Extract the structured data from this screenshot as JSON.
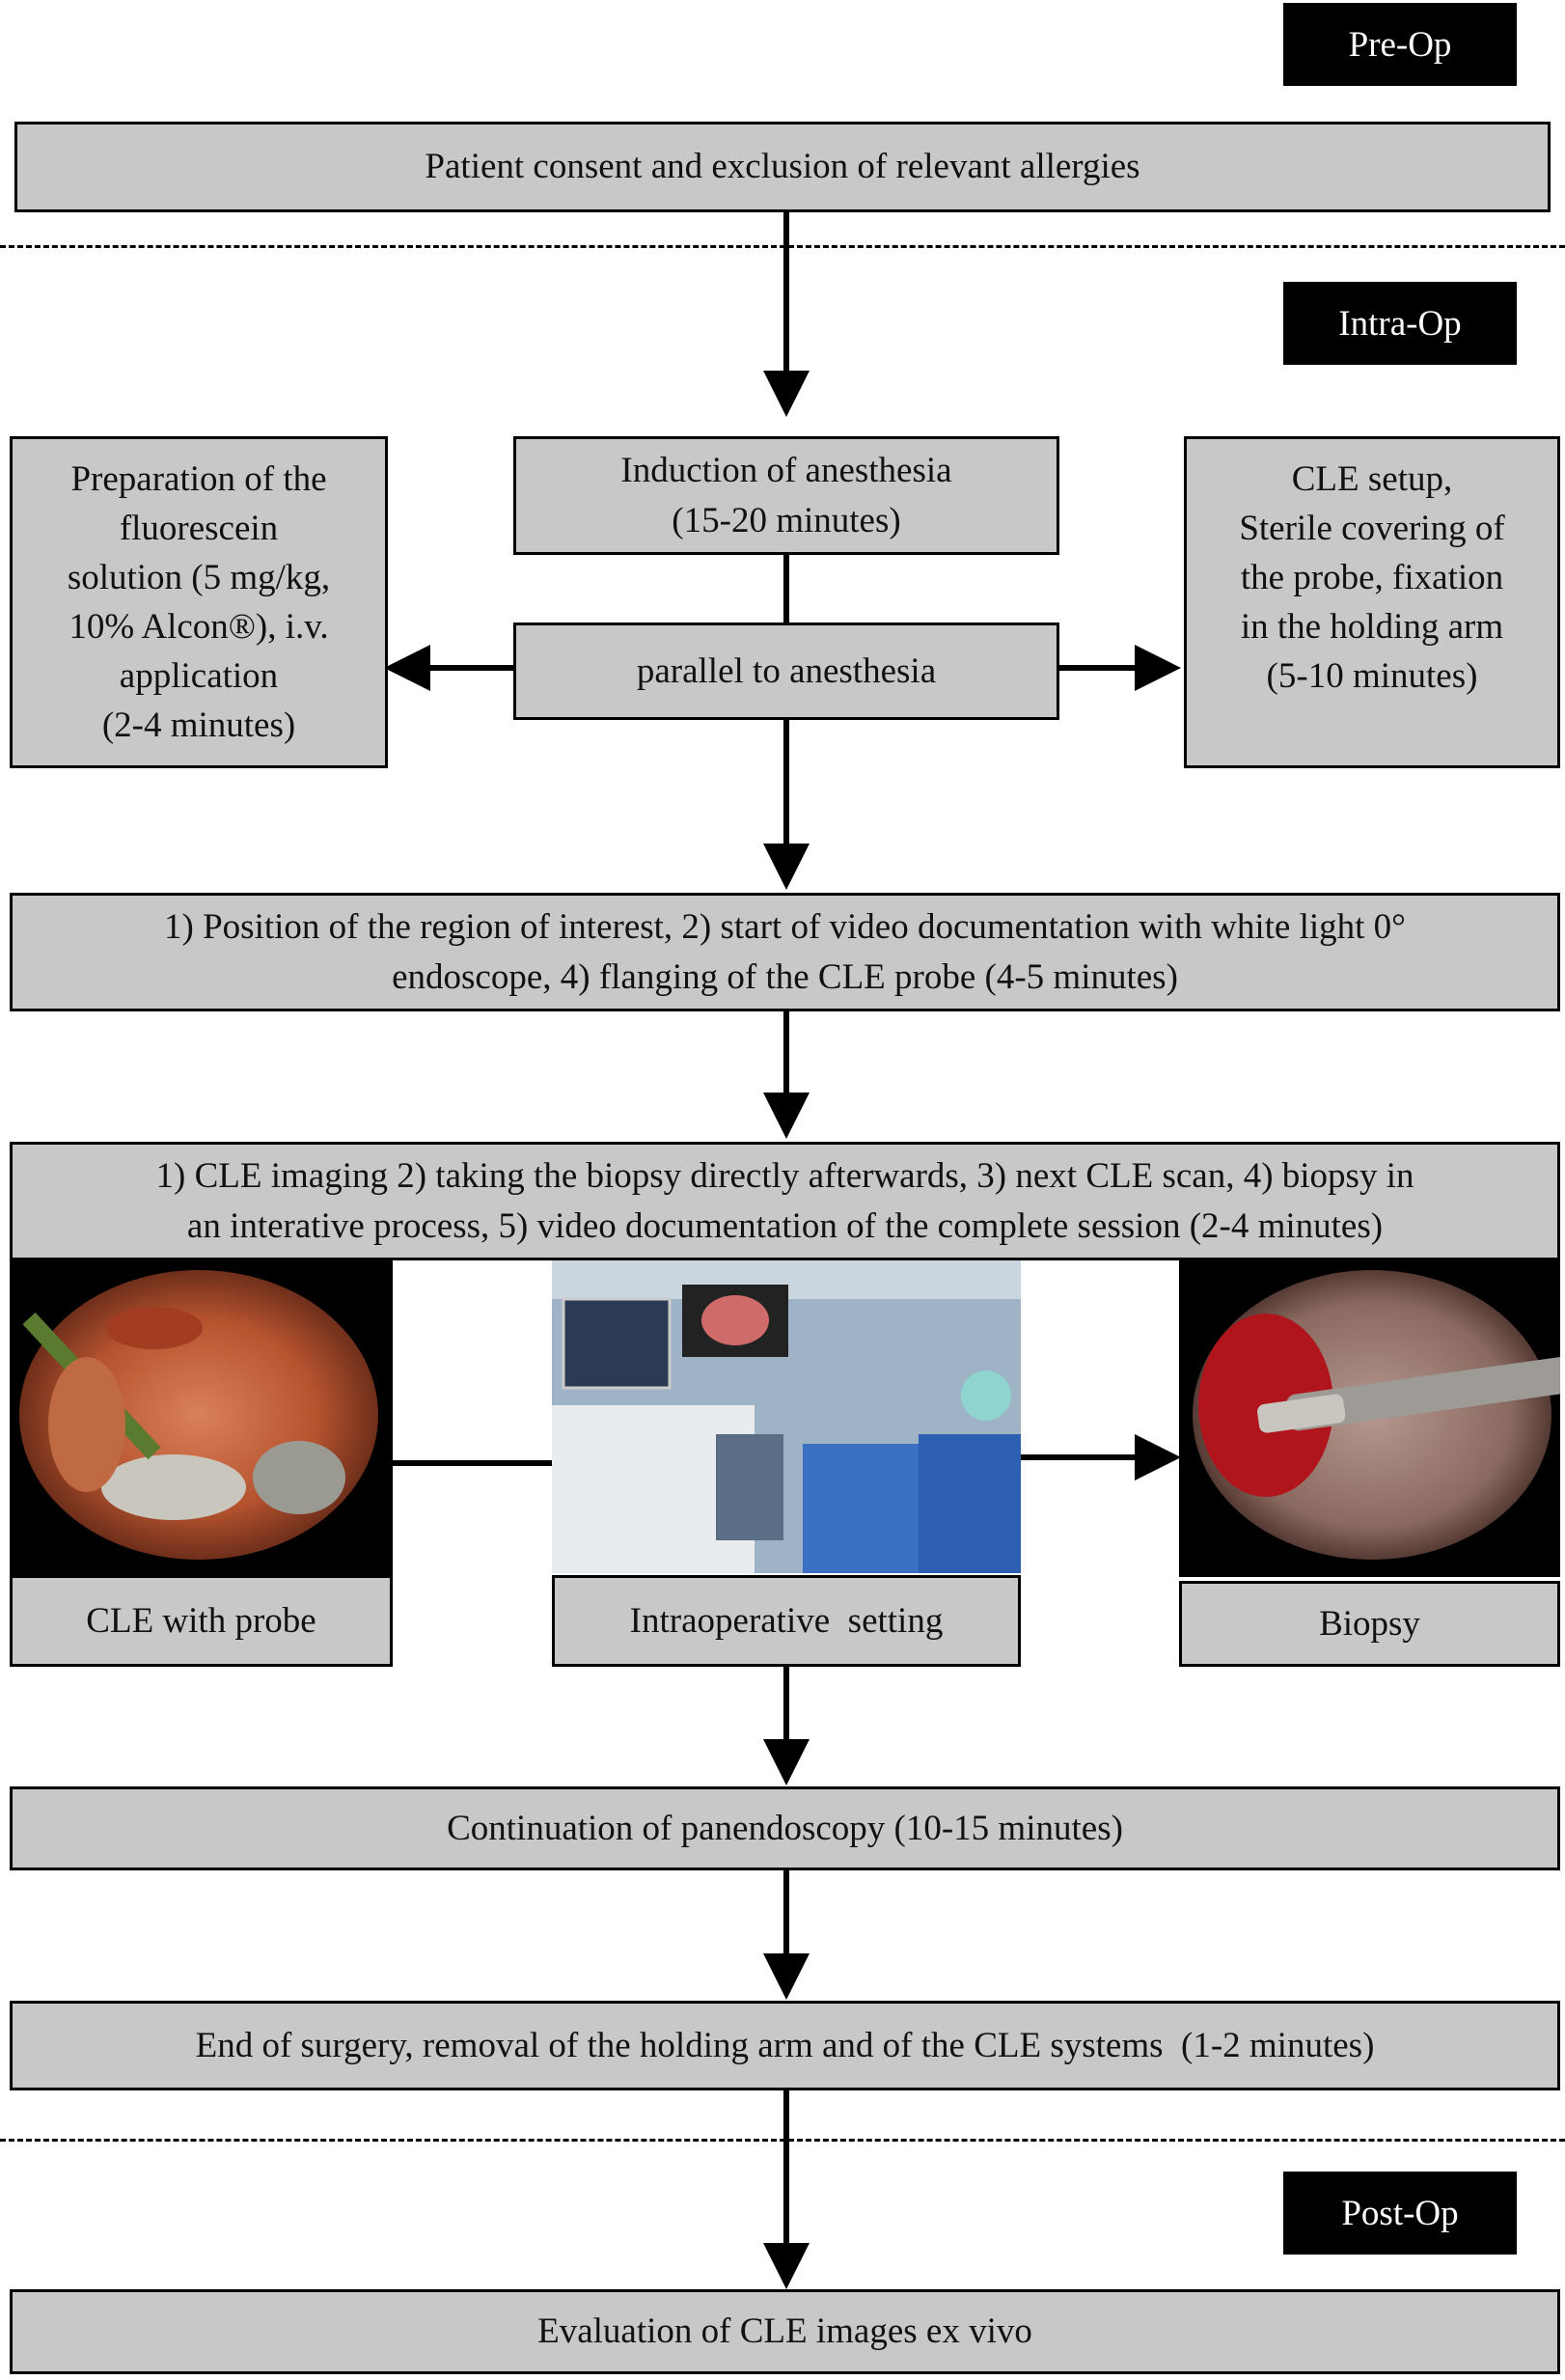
{
  "phases": {
    "pre_op": "Pre-Op",
    "intra_op": "Intra-Op",
    "post_op": "Post-Op"
  },
  "steps": {
    "consent": "Patient consent and exclusion of relevant allergies",
    "induction": "Induction of anesthesia\n(15-20 minutes)",
    "parallel": "parallel to anesthesia",
    "fluorescein": "Preparation of the\nfluorescein\nsolution (5 mg/kg,\n10% Alcon®), i.v.\napplication\n(2-4 minutes)",
    "cle_setup": "CLE setup,\nSterile covering of\nthe probe, fixation\nin the holding arm\n(5-10 minutes)",
    "position": "1) Position of the region of interest, 2) start of video documentation with white light 0°\nendoscope, 4) flanging of the CLE probe (4-5 minutes)",
    "imaging": "1) CLE imaging 2) taking the biopsy directly afterwards, 3) next CLE scan, 4) biopsy in\nan interative process, 5) video documentation of the complete session (2-4 minutes)",
    "continuation": "Continuation of panendoscopy (10-15 minutes)",
    "end_surgery": "End of surgery, removal of the holding arm and of the CLE systems  (1-2 minutes)",
    "evaluation": "Evaluation of CLE images ex vivo"
  },
  "photos": {
    "cle_probe_caption": "CLE with probe",
    "setting_caption": "Intraoperative  setting",
    "biopsy_caption": "Biopsy"
  },
  "colors": {
    "box_fill": "#c8c8c8",
    "tag_fill": "#000000",
    "line": "#000000"
  }
}
